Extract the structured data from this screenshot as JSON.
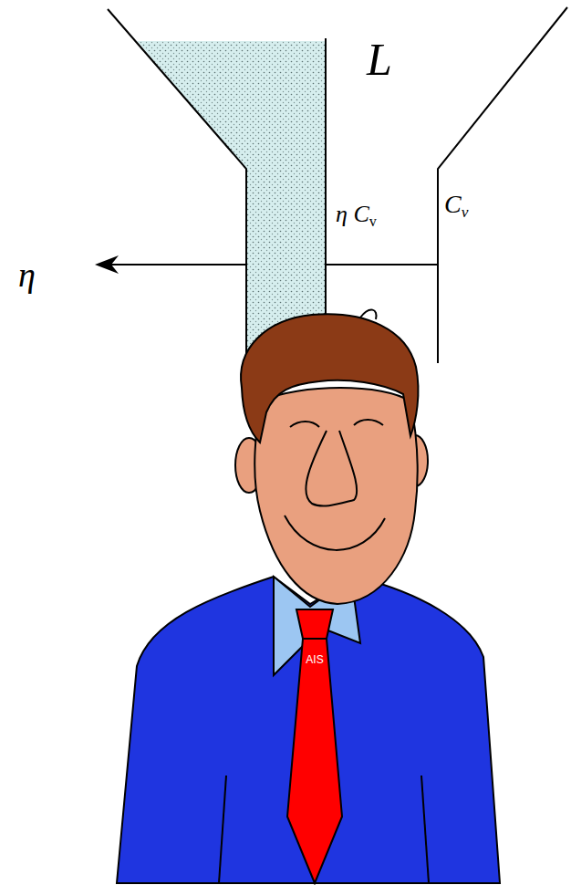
{
  "diagram": {
    "nodes": [
      {
        "text": [
          "AIS"
        ]
      }
    ],
    "labels": [
      "L",
      "η C",
      "v",
      "C",
      "v",
      "η"
    ]
  }
}
